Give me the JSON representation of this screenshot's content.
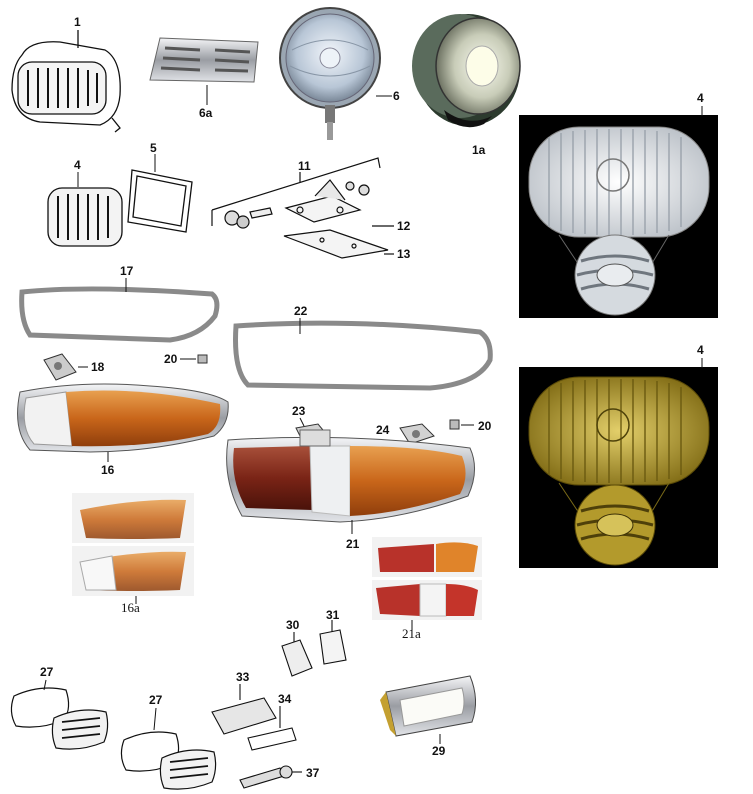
{
  "labels": {
    "p1": "1",
    "p1a": "1a",
    "p4a": "4",
    "p4b": "4",
    "p4c": "4",
    "p5": "5",
    "p6": "6",
    "p6a": "6a",
    "p11": "11",
    "p12": "12",
    "p13": "13",
    "p16": "16",
    "p16a": "16a",
    "p17": "17",
    "p18": "18",
    "p20a": "20",
    "p20b": "20",
    "p21": "21",
    "p21a": "21a",
    "p22": "22",
    "p23": "23",
    "p24": "24",
    "p27a": "27",
    "p27b": "27",
    "p29": "29",
    "p30": "30",
    "p31": "31",
    "p33": "33",
    "p34": "34",
    "p37": "37"
  },
  "colors": {
    "amber": "#d9731c",
    "red": "#8a2a1a",
    "chrome": "#c8cbd0",
    "lens_yellow": "#a88f22",
    "panel": "#000000"
  }
}
